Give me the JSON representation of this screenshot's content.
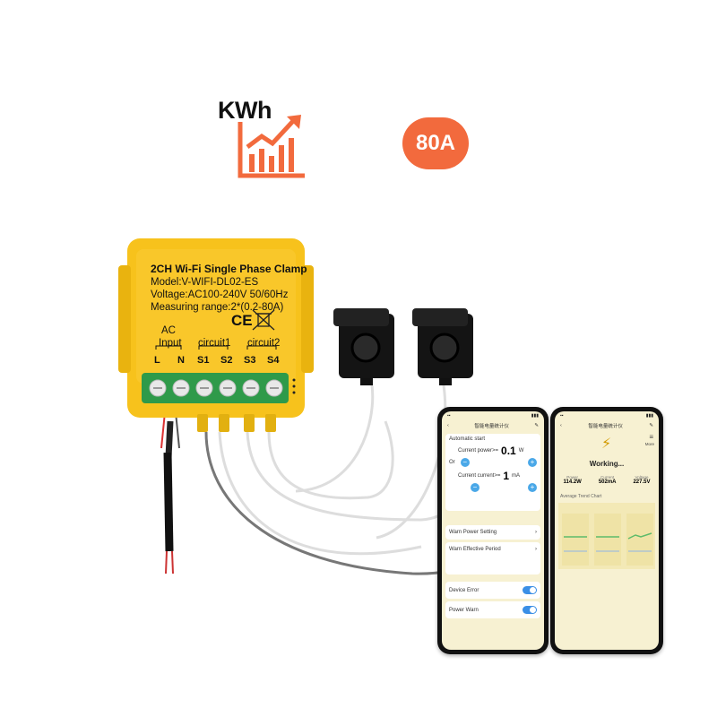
{
  "kwh_label": "KWh",
  "amp_badge": "80A",
  "device": {
    "title": "2CH Wi-Fi Single Phase Clamp",
    "model": "Model:V-WIFI-DL02-ES",
    "voltage": "Voltage:AC100-240V 50/60Hz",
    "range": "Measuring range:2*(0.2-80A)",
    "ce_mark": "CE",
    "ac_label": "AC",
    "input_label": "Input",
    "circuit1_label": "circuit1",
    "circuit2_label": "circuit2",
    "terminals": [
      "L",
      "N",
      "S1",
      "S2",
      "S3",
      "S4"
    ]
  },
  "phone_left": {
    "app_title": "智能电量统计仪",
    "auto_start": "Automatic start",
    "current_power_label": "Current power>=",
    "current_power_value": "0.1",
    "current_power_unit": "W",
    "or_label": "Or",
    "current_current_label": "Current current>=",
    "current_current_value": "1",
    "current_current_unit": "mA",
    "warn_power": "Warn Power Setting",
    "warn_effective": "Warn Effective Period",
    "device_error": "Device Error",
    "power_warn": "Power Warn"
  },
  "phone_right": {
    "app_title": "智能电量统计仪",
    "more_label": "More",
    "status": "Working...",
    "stats": [
      {
        "label": "Power",
        "value": "114.2W"
      },
      {
        "label": "Current",
        "value": "502mA"
      },
      {
        "label": "Voltage",
        "value": "227.5V"
      }
    ],
    "chart_title": "Average Trend Chart"
  },
  "colors": {
    "accent_orange": "#f26a3d",
    "device_yellow": "#f7c21c",
    "terminal_green": "#2f9a4a",
    "app_yellow": "#f7f1d2",
    "toggle_blue": "#3b8fe6"
  }
}
